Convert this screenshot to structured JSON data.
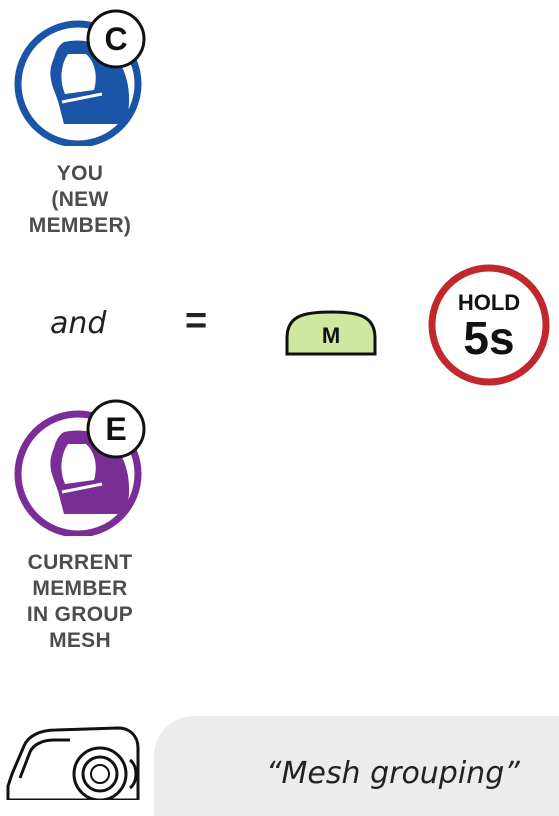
{
  "new_member": {
    "badge_letter": "C",
    "helmet_color": "#1a54a6",
    "label_lines": [
      "YOU",
      "(NEW",
      "MEMBER)"
    ]
  },
  "connector_word": "and",
  "equals_sign": "=",
  "button": {
    "label": "M",
    "fill_color": "#cfe8a0"
  },
  "hold": {
    "word": "HOLD",
    "duration": "5s",
    "ring_color": "#c0282d"
  },
  "current_member": {
    "badge_letter": "E",
    "helmet_color": "#7b2d97",
    "label_lines": [
      "CURRENT",
      "MEMBER",
      "IN GROUP",
      "MESH"
    ]
  },
  "voice_prompt": "“Mesh grouping”"
}
